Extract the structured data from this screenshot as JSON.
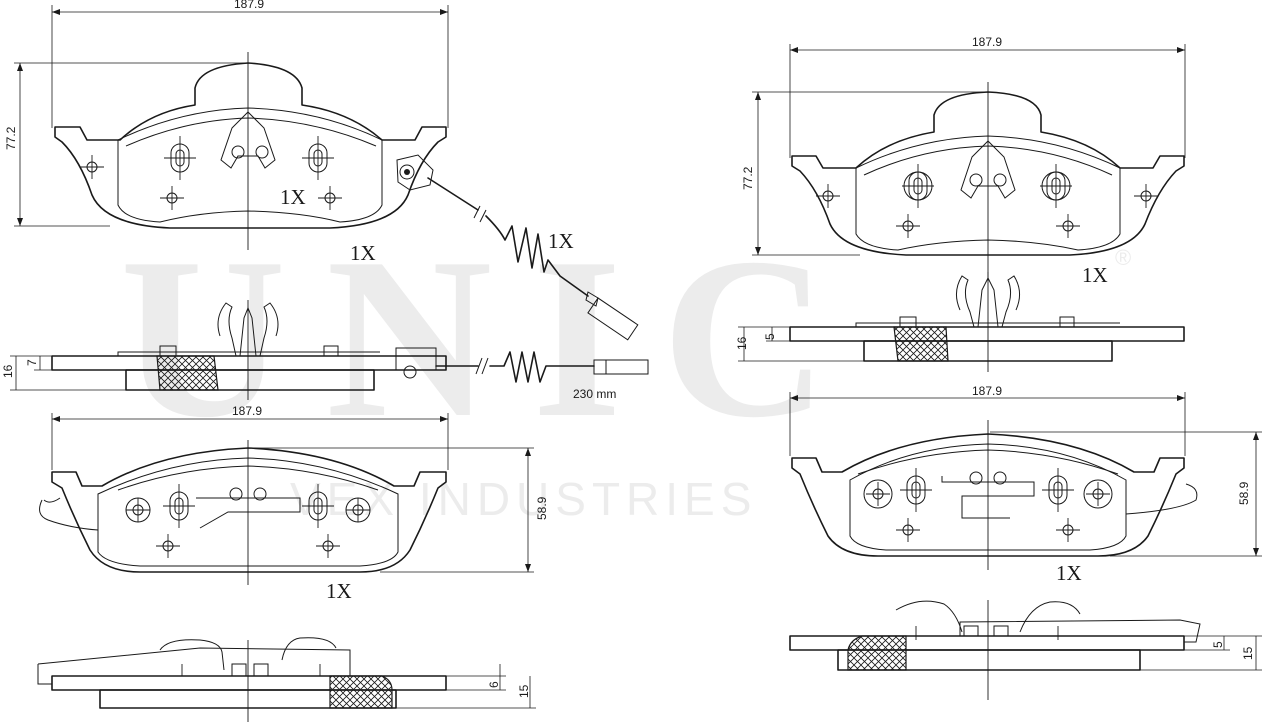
{
  "watermark": {
    "brand": "UNIC",
    "registered": "®",
    "company": "VEX INDUSTRIES"
  },
  "dimensions": {
    "width": "187.9",
    "height_wear_pad": "77.2",
    "height_plain_pad": "58.9",
    "thickness_total_16": "16",
    "thickness_lining_7": "7",
    "thickness_lining_5": "5",
    "thickness_total_15": "15",
    "thickness_lining_6": "6",
    "sensor_length": "230 mm"
  },
  "quantity_label": "1X",
  "colors": {
    "line": "#1a1a1a",
    "watermark": "#ececec",
    "background": "#ffffff"
  }
}
